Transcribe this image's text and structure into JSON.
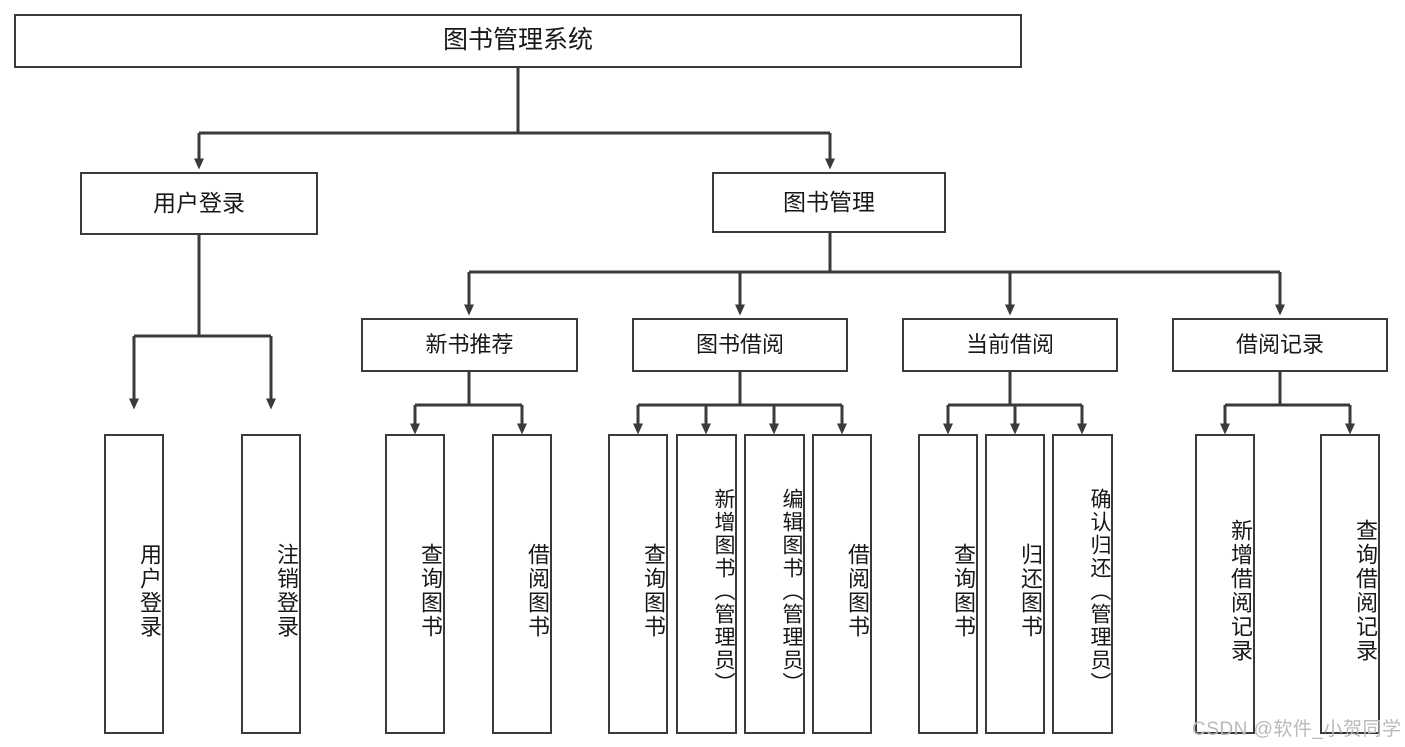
{
  "diagram": {
    "type": "tree",
    "title": "图书管理系统",
    "root": {
      "label": "图书管理系统"
    },
    "level1": [
      {
        "label": "用户登录"
      },
      {
        "label": "图书管理"
      }
    ],
    "level2": [
      {
        "label": "新书推荐"
      },
      {
        "label": "图书借阅"
      },
      {
        "label": "当前借阅"
      },
      {
        "label": "借阅记录"
      }
    ],
    "leaves": {
      "user_login": [
        {
          "label": "用户登录"
        },
        {
          "label": "注销登录"
        }
      ],
      "new_book_recommend": [
        {
          "label": "查询图书"
        },
        {
          "label": "借阅图书"
        }
      ],
      "book_borrow": [
        {
          "label": "查询图书"
        },
        {
          "label": "新增图书（管理员）"
        },
        {
          "label": "编辑图书（管理员）"
        },
        {
          "label": "借阅图书"
        }
      ],
      "current_borrow": [
        {
          "label": "查询图书"
        },
        {
          "label": "归还图书"
        },
        {
          "label": "确认归还（管理员）"
        }
      ],
      "borrow_record": [
        {
          "label": "新增借阅记录"
        },
        {
          "label": "查询借阅记录"
        }
      ]
    }
  },
  "watermark": {
    "text": "CSDN @软件_小贺同学"
  },
  "colors": {
    "border": "#3a3a3a",
    "background": "#ffffff",
    "text": "#17181a",
    "watermark": "#b9b9b9"
  }
}
